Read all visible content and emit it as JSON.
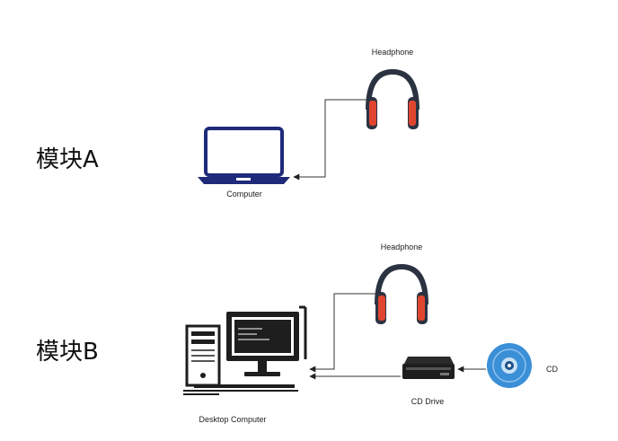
{
  "modules": {
    "a": {
      "label": "模块A",
      "headphone_label": "Headphone",
      "computer_label": "Computer"
    },
    "b": {
      "label": "模块B",
      "headphone_label": "Headphone",
      "desktop_label": "Desktop Computer",
      "cd_drive_label": "CD Drive",
      "cd_label": "CD"
    }
  },
  "colors": {
    "laptop": "#1f2a7a",
    "headphone_band": "#2b3342",
    "headphone_cup": "#e0462f",
    "desktop": "#1e1e1e",
    "cd_blue": "#3b8fd6",
    "connector": "#333333"
  },
  "icons": [
    "laptop-icon",
    "headphone-icon",
    "desktop-computer-icon",
    "cd-drive-icon",
    "cd-disc-icon"
  ]
}
